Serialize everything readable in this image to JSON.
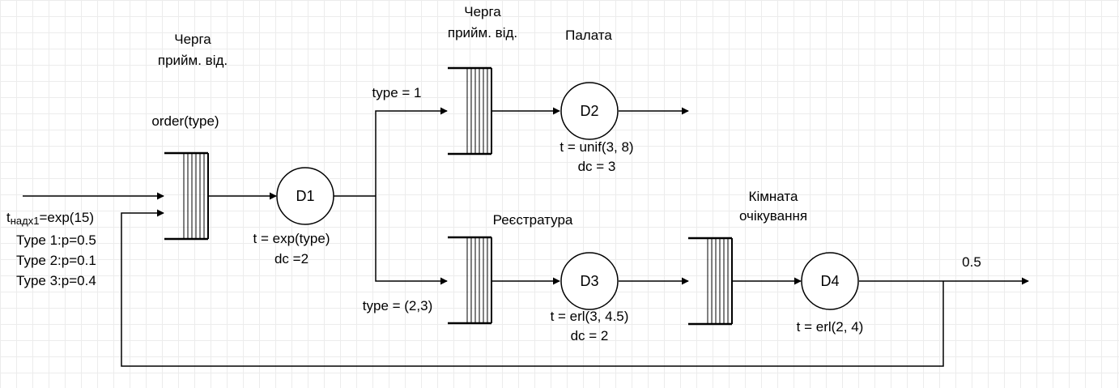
{
  "input": {
    "arrival_prefix": "t",
    "arrival_sub": "надх1",
    "arrival_dist": "=exp(15)",
    "types": [
      "Type 1:p=0.5",
      "Type 2:p=0.1",
      "Type 3:p=0.4"
    ]
  },
  "queue_reception": {
    "title_line1": "Черга",
    "title_line2": "прийм. від.",
    "order": "order(type)"
  },
  "d1": {
    "label": "D1",
    "time": "t = exp(type)",
    "dc": "dc =2"
  },
  "branch_top": {
    "label": "type = 1"
  },
  "branch_bottom": {
    "label": "type = (2,3)"
  },
  "queue_top": {
    "title_line1": "Черга",
    "title_line2": "прийм. від."
  },
  "d2": {
    "title": "Палата",
    "label": "D2",
    "time": "t = unif(3, 8)",
    "dc": "dc = 3"
  },
  "queue_registry": {
    "title": "Реєстратура"
  },
  "d3": {
    "label": "D3",
    "time": "t = erl(3, 4.5)",
    "dc": "dc = 2"
  },
  "queue_waiting": {
    "title_line1": "Кімната",
    "title_line2": "очікування"
  },
  "d4": {
    "label": "D4",
    "time": "t = erl(2, 4)"
  },
  "exit": {
    "probability": "0.5"
  }
}
